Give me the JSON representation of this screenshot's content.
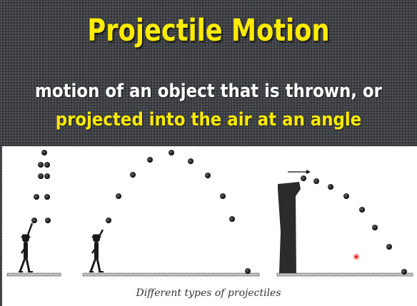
{
  "slide": {
    "title": "Projectile Motion",
    "definition_line1": "motion of an object that is thrown, or",
    "definition_line2": "projected into the air at an angle",
    "title_color": "#ffeb00",
    "background_color": "#3f4246"
  },
  "figure": {
    "caption": "Different types of projectiles",
    "panels": [
      {
        "type": "vertical-throw",
        "icons": [
          "thrower-figure-icon",
          "ball-icon"
        ]
      },
      {
        "type": "angled-throw",
        "icons": [
          "thrower-figure-icon",
          "ball-icon"
        ]
      },
      {
        "type": "horizontal-launch-from-cliff",
        "icons": [
          "cliff-icon",
          "arrow-icon",
          "ball-icon"
        ]
      }
    ]
  }
}
